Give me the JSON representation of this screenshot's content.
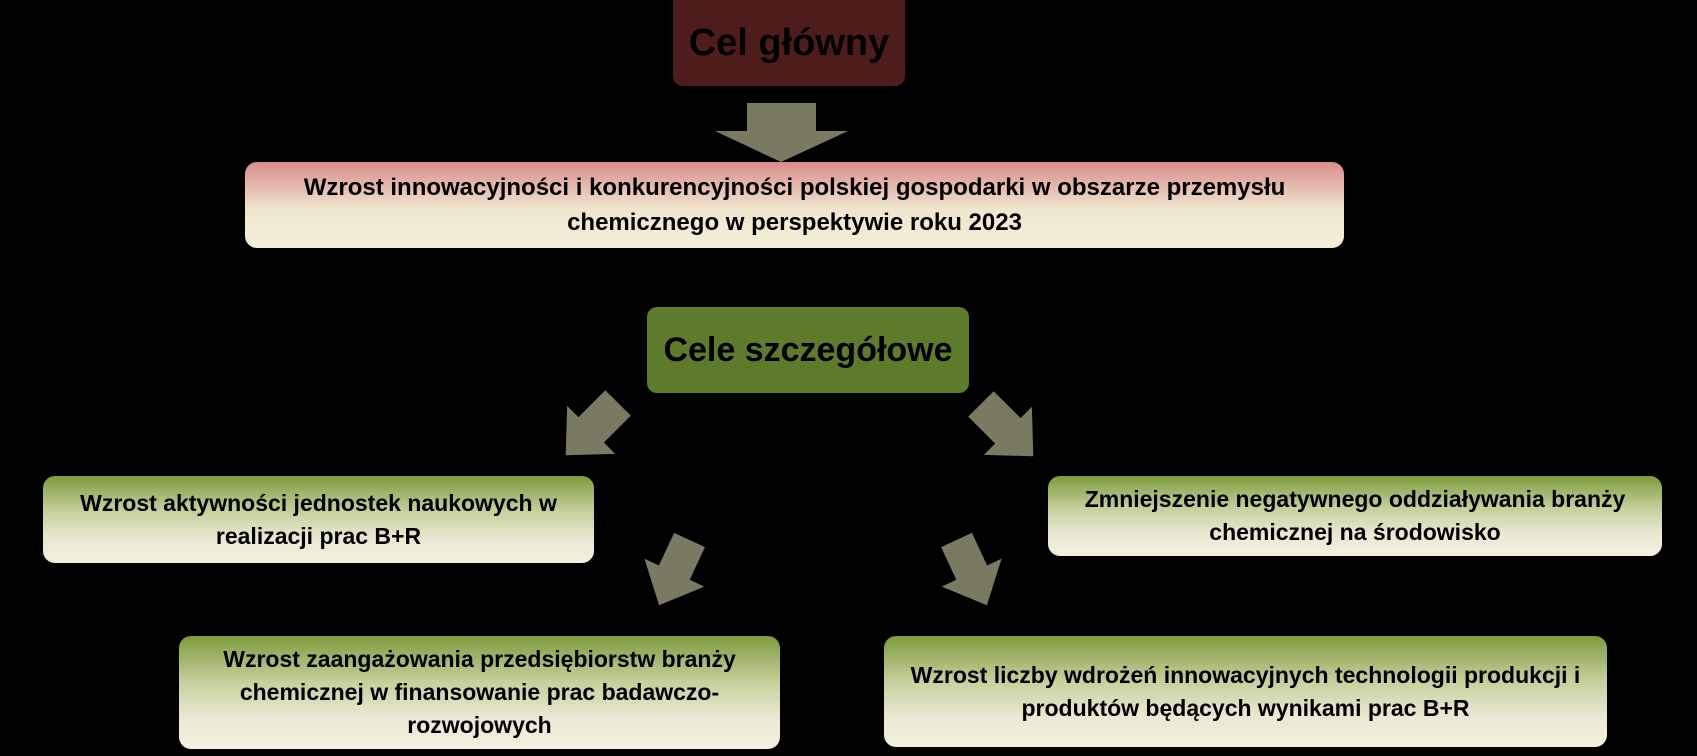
{
  "diagram": {
    "main_goal_header": "Cel główny",
    "main_goal_text": "Wzrost innowacyjności i konkurencyjności polskiej gospodarki w obszarze przemysłu chemicznego w perspektywie roku 2023",
    "specific_goals_header": "Cele szczegółowe",
    "specific_goals": [
      "Wzrost aktywności jednostek naukowych w realizacji prac B+R",
      "Zmniejszenie negatywnego oddziaływania branży chemicznej na środowisko",
      "Wzrost zaangażowania przedsiębiorstw branży chemicznej w finansowanie prac badawczo-rozwojowych",
      "Wzrost liczby wdrożeń innowacyjnych technologii produkcji i produktów będących wynikami prac B+R"
    ]
  },
  "colors": {
    "background": "#000000",
    "main_header": "#4f1c1c",
    "specific_header": "#5e7a2b",
    "arrow": "#7a7a62"
  }
}
